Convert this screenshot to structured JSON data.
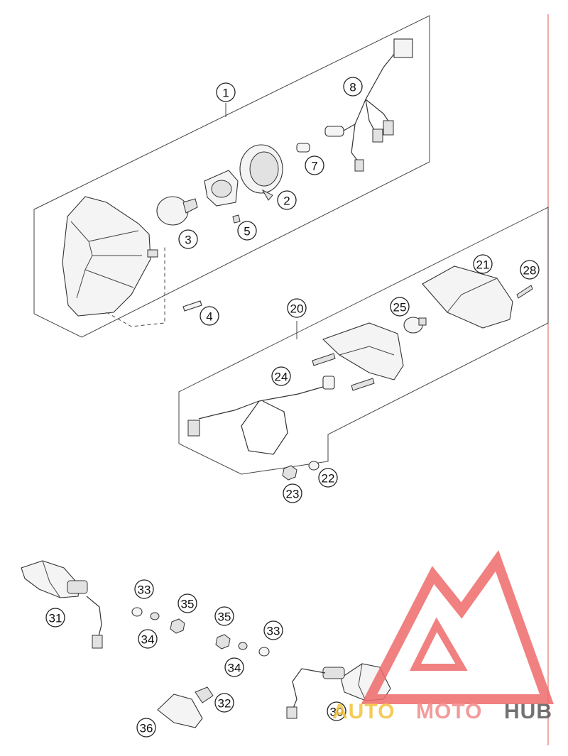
{
  "callouts": [
    {
      "id": "c1",
      "label": "1"
    },
    {
      "id": "c2",
      "label": "2"
    },
    {
      "id": "c3",
      "label": "3"
    },
    {
      "id": "c4",
      "label": "4"
    },
    {
      "id": "c5",
      "label": "5"
    },
    {
      "id": "c7",
      "label": "7"
    },
    {
      "id": "c8",
      "label": "8"
    },
    {
      "id": "c20",
      "label": "20"
    },
    {
      "id": "c21",
      "label": "21"
    },
    {
      "id": "c22",
      "label": "22"
    },
    {
      "id": "c23",
      "label": "23"
    },
    {
      "id": "c24",
      "label": "24"
    },
    {
      "id": "c25",
      "label": "25"
    },
    {
      "id": "c28",
      "label": "28"
    },
    {
      "id": "c30",
      "label": "30"
    },
    {
      "id": "c31",
      "label": "31"
    },
    {
      "id": "c32",
      "label": "32"
    },
    {
      "id": "c33a",
      "label": "33"
    },
    {
      "id": "c33b",
      "label": "33"
    },
    {
      "id": "c34a",
      "label": "34"
    },
    {
      "id": "c34b",
      "label": "34"
    },
    {
      "id": "c35a",
      "label": "35"
    },
    {
      "id": "c35b",
      "label": "35"
    },
    {
      "id": "c36",
      "label": "36"
    }
  ],
  "watermark": {
    "part1": "AUTO",
    "part2": "MOTO",
    "part3": "HUB",
    "colors": {
      "auto": "#f3c23a",
      "moto": "#f08a8a",
      "hub": "#5a5a5a",
      "logo": "#ef6b6b"
    }
  },
  "colors": {
    "margin_line": "#e57373"
  }
}
